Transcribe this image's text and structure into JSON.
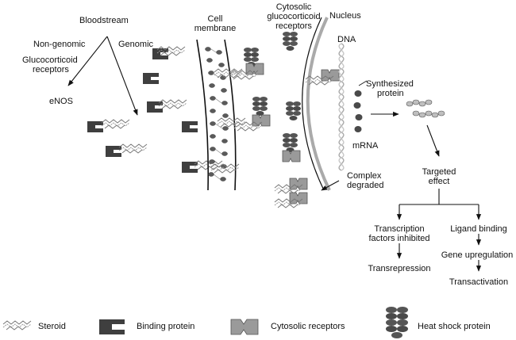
{
  "labels": {
    "bloodstream": "Bloodstream",
    "non_genomic": "Non-genomic",
    "genomic": "Genomic",
    "gc_receptors_1": "Glucocorticoid",
    "gc_receptors_2": "receptors",
    "enos": "eNOS",
    "cell_membrane_1": "Cell",
    "cell_membrane_2": "membrane",
    "cyto_gc_1": "Cytosolic",
    "cyto_gc_2": "glucocorticoid",
    "cyto_gc_3": "receptors",
    "nucleus": "Nucleus",
    "dna": "DNA",
    "synth_1": "Synthesized",
    "synth_2": "protein",
    "mrna": "mRNA",
    "complex_1": "Complex",
    "complex_2": "degraded",
    "targeted_1": "Targeted",
    "targeted_2": "effect",
    "tf_1": "Transcription",
    "tf_2": "factors inhibited",
    "ligand": "Ligand binding",
    "gene_up": "Gene upregulation",
    "transrepression": "Transrepression",
    "transactivation": "Transactivation"
  },
  "legend": {
    "steroid": "Steroid",
    "binding_protein": "Binding protein",
    "cytosolic_receptors": "Cytosolic receptors",
    "heat_shock_protein": "Heat shock protein"
  },
  "colors": {
    "binding_protein": "#3f3f3f",
    "cytosolic_receptor": "#9a9a9a",
    "heat_shock": "#555555",
    "membrane": "#6e6e6e",
    "dna": "#bdbdbd",
    "line": "#111111"
  }
}
